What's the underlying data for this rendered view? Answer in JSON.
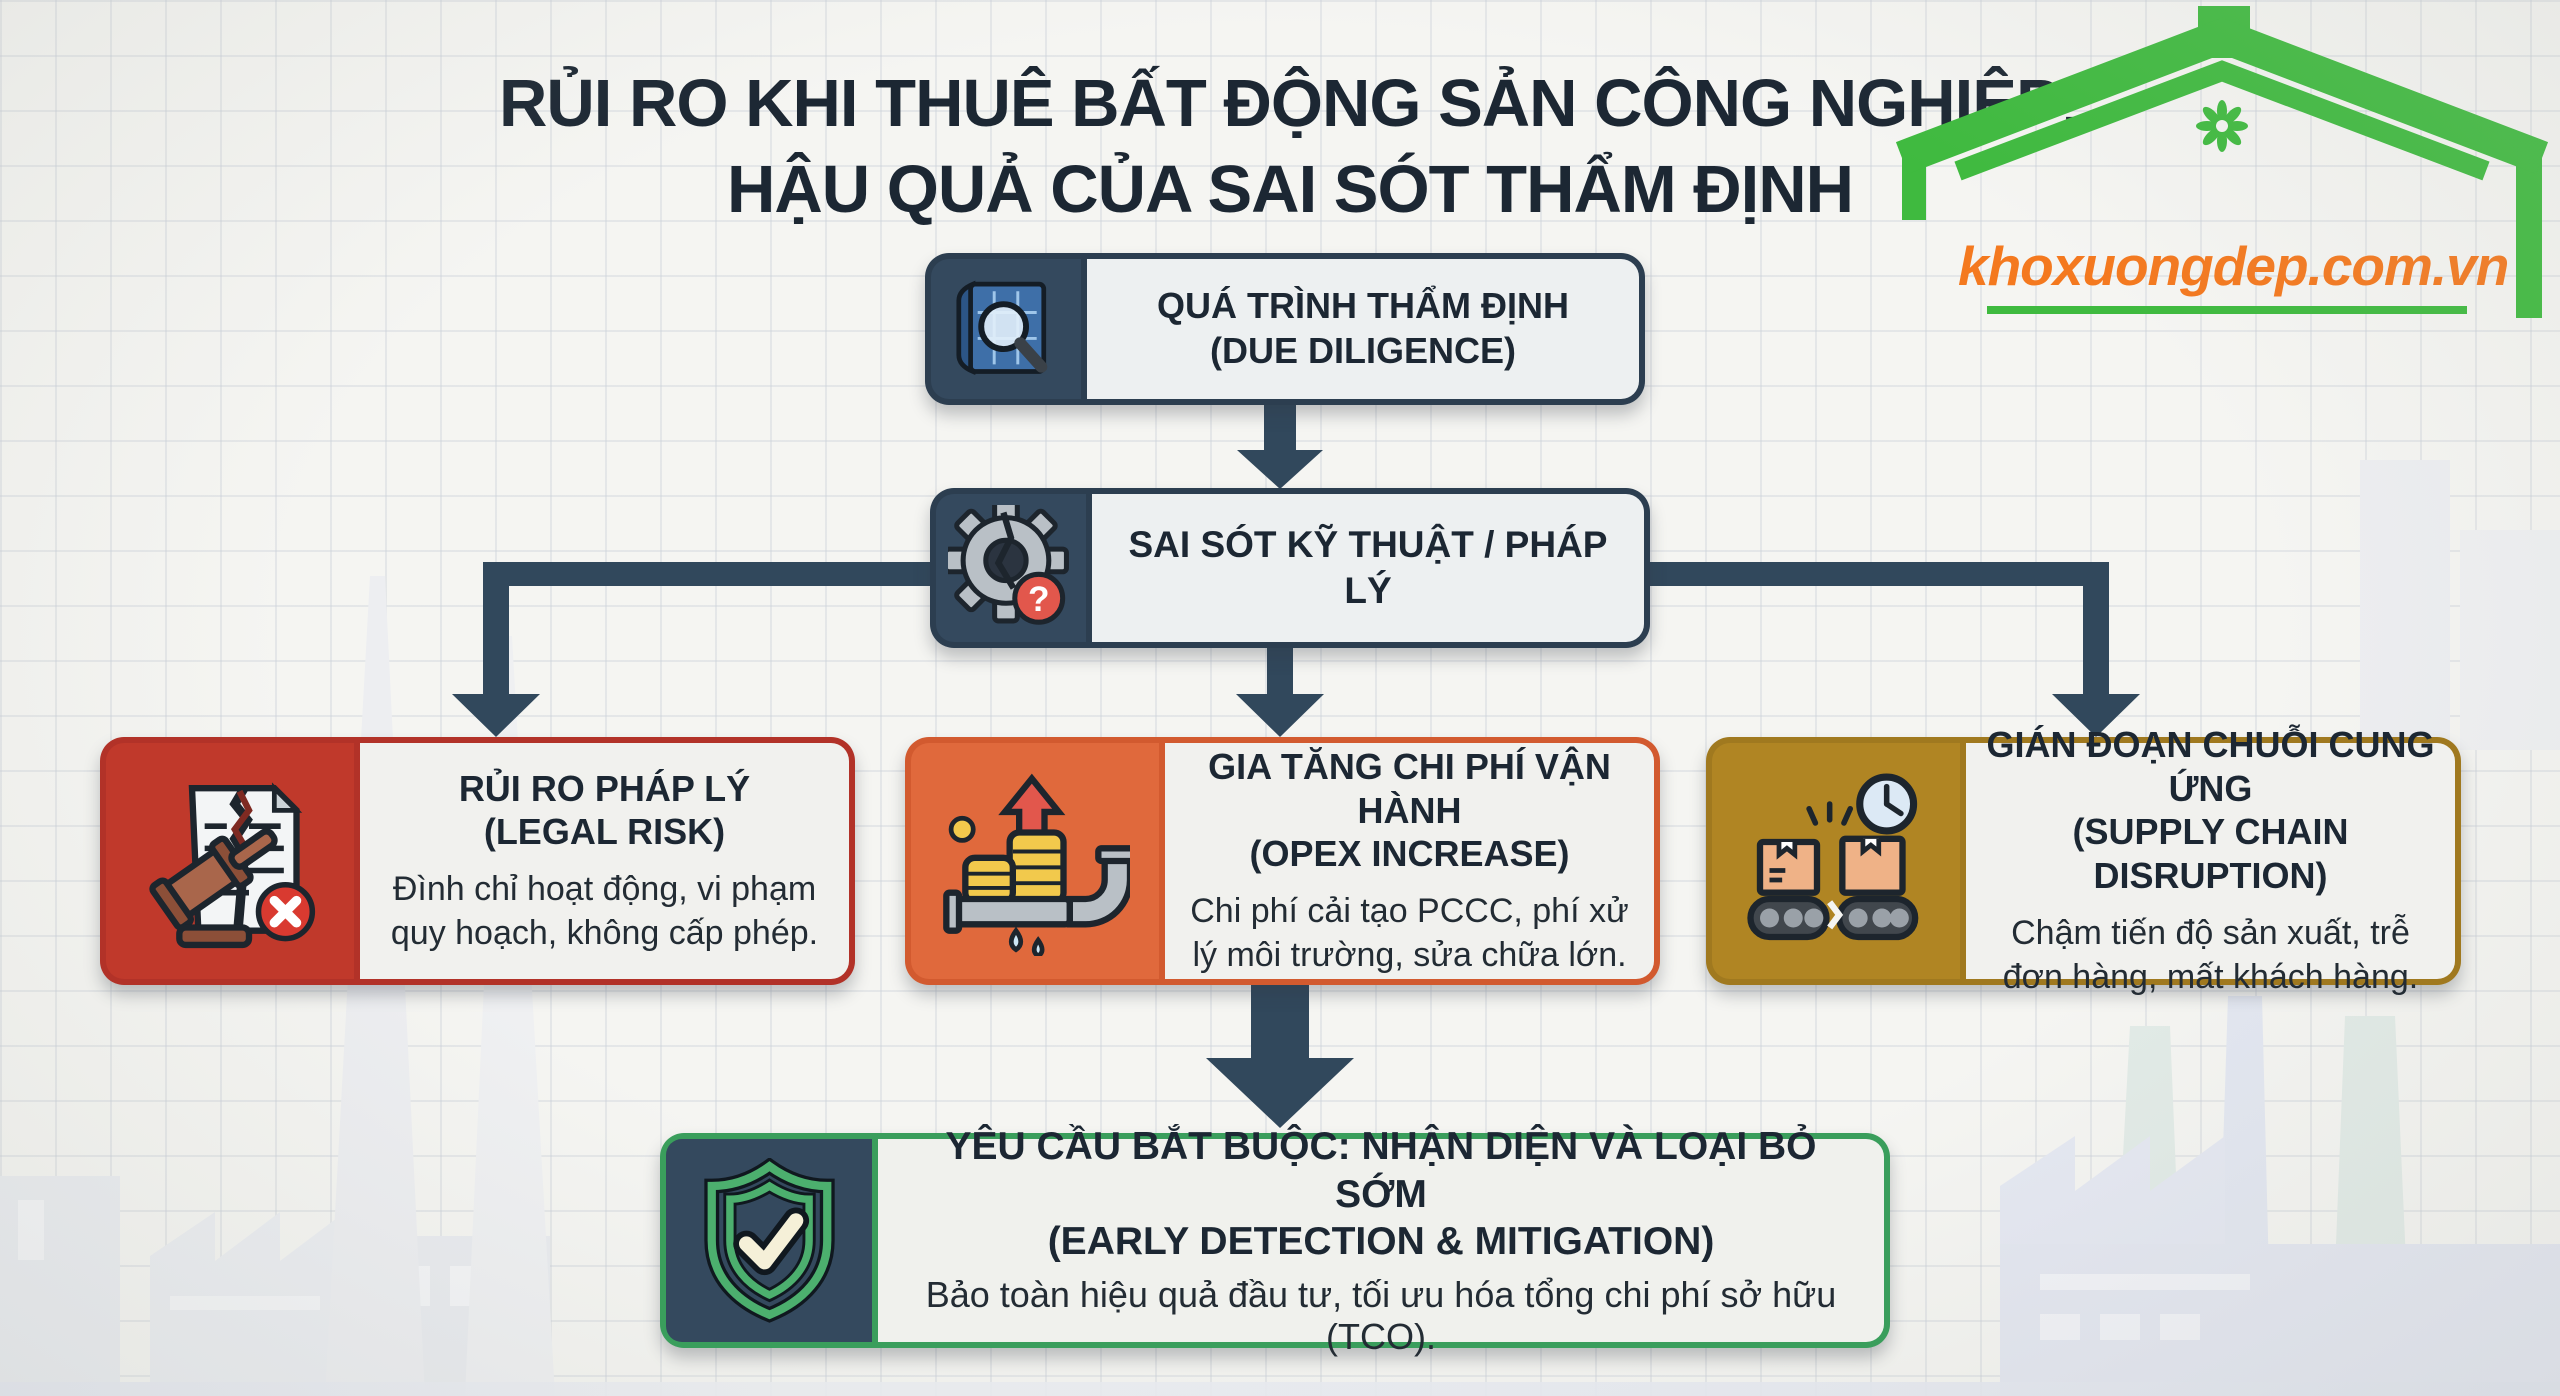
{
  "brand": {
    "domain": "khoxuongdep.com.vn",
    "logo_color": "#3FBA3F",
    "domain_color": "#F4791F"
  },
  "title": {
    "line1": "RỦI RO KHI THUÊ BẤT ĐỘNG SẢN CÔNG NGHIỆP:",
    "line2": "HẬU QUẢ CỦA SAI SÓT THẨM ĐỊNH",
    "color": "#1C2733"
  },
  "flow": {
    "process": {
      "title": "QUÁ TRÌNH THẨM ĐỊNH",
      "subtitle": "(DUE DILIGENCE)",
      "icon": "blueprint-magnifier-icon",
      "accent_color": "#34495E"
    },
    "error": {
      "title": "SAI SÓT KỸ THUẬT / PHÁP LÝ",
      "icon": "broken-gear-question-icon",
      "badge_glyph": "?",
      "accent_color": "#34495E"
    },
    "branches": [
      {
        "title": "RỦI RO PHÁP LÝ",
        "subtitle": "(LEGAL RISK)",
        "description": "Đình chỉ hoạt động, vi phạm quy hoạch, không cấp phép.",
        "icon": "gavel-torn-contract-icon",
        "accent_color": "#C0392B"
      },
      {
        "title": "GIA TĂNG CHI PHÍ VẬN HÀNH",
        "subtitle": "(OPEX INCREASE)",
        "description": "Chi phí cải tạo PCCC, phí xử lý môi trường, sửa chữa lớn.",
        "icon": "coins-leaking-pipe-icon",
        "accent_color": "#E0693C"
      },
      {
        "title": "GIÁN ĐOẠN CHUỖI CUNG ỨNG",
        "subtitle": "(SUPPLY CHAIN DISRUPTION)",
        "description": "Chậm tiến độ sản xuất, trễ đơn hàng, mất khách hàng.",
        "icon": "broken-conveyor-clock-icon",
        "accent_color": "#B08523"
      }
    ],
    "conclusion": {
      "title": "YÊU CẦU BẮT BUỘC: NHẬN DIỆN VÀ LOẠI BỎ SỚM",
      "subtitle": "(EARLY DETECTION & MITIGATION)",
      "description": "Bảo toàn hiệu quả đầu tư, tối ưu hóa tổng chi phí sở hữu (TCO).",
      "icon": "shield-check-icon",
      "accent_color": "#3A9E5C"
    },
    "connector_color": "#31485C"
  }
}
